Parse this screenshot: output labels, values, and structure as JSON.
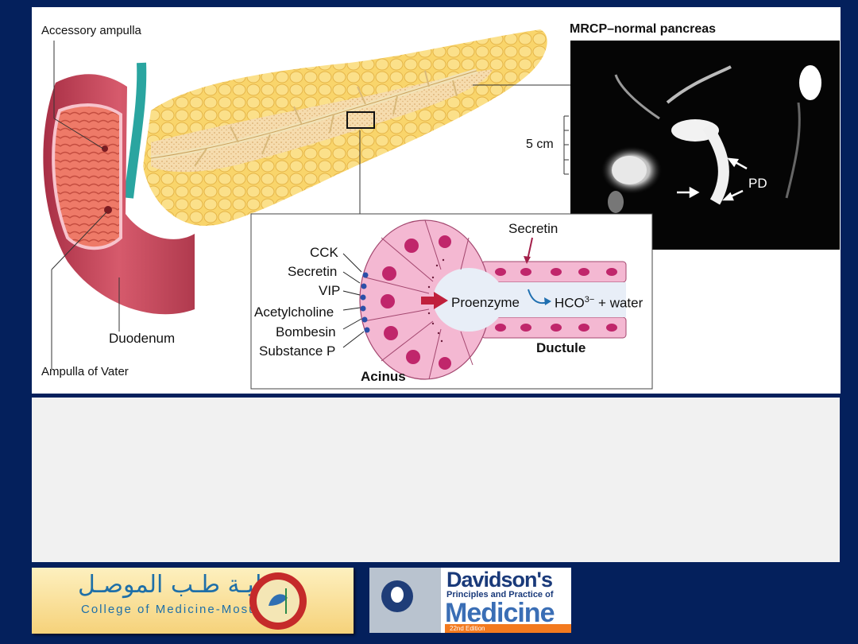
{
  "figure": {
    "labels": {
      "accessory_ampulla": "Accessory ampulla",
      "mrcp_title": "MRCP–normal pancreas",
      "scale": "5 cm",
      "pd": "PD",
      "duodenum": "Duodenum",
      "ampulla_of_vater": "Ampulla of Vater",
      "secretin_top": "Secretin",
      "cck": "CCK",
      "secretin": "Secretin",
      "vip": "VIP",
      "acetylcholine": "Acetylcholine",
      "bombesin": "Bombesin",
      "substance_p": "Substance P",
      "proenzyme": "Proenzyme",
      "hco3": "HCO",
      "hco3_sup": "3−",
      "water": " + water",
      "ductule": "Ductule",
      "acinus": "Acinus"
    }
  },
  "logos": {
    "college_arabic": "كليـة طـب الموصـل",
    "college_english": "College of Medicine-Mosul",
    "davidson_title": "Davidson's",
    "davidson_subtitle": "Principles and Practice of",
    "davidson_medicine": "Medicine",
    "davidson_edition": "22nd Edition"
  },
  "colors": {
    "background": "#04205c",
    "pancreas": "#f8d36a",
    "duodenum": "#c8485a",
    "acinus": "#f4b8d2",
    "proenzyme_arrow": "#c0203c",
    "bicarbonate_arrow": "#1f6fb0"
  }
}
